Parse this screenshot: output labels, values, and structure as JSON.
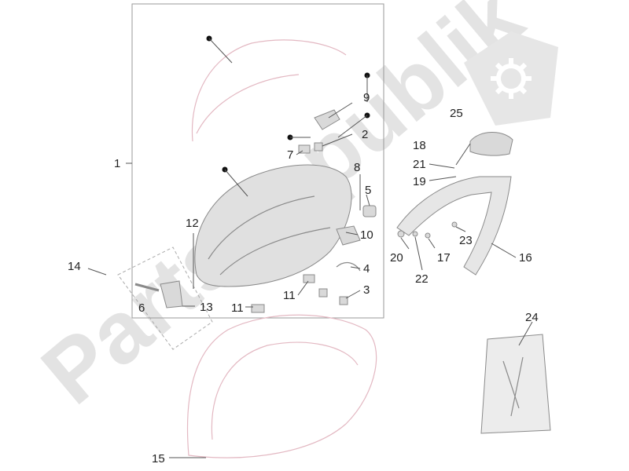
{
  "watermark": {
    "text": "PartsRepublik",
    "logo_icon": "gear-icon"
  },
  "callouts": [
    {
      "id": "1",
      "label": "1"
    },
    {
      "id": "2",
      "label": "2"
    },
    {
      "id": "3",
      "label": "3"
    },
    {
      "id": "4",
      "label": "4"
    },
    {
      "id": "5",
      "label": "5"
    },
    {
      "id": "6",
      "label": "6"
    },
    {
      "id": "7",
      "label": "7"
    },
    {
      "id": "8",
      "label": "8"
    },
    {
      "id": "9",
      "label": "9"
    },
    {
      "id": "10",
      "label": "10"
    },
    {
      "id": "11a",
      "label": "11"
    },
    {
      "id": "11b",
      "label": "11"
    },
    {
      "id": "12",
      "label": "12"
    },
    {
      "id": "13",
      "label": "13"
    },
    {
      "id": "14",
      "label": "14"
    },
    {
      "id": "15",
      "label": "15"
    },
    {
      "id": "16",
      "label": "16"
    },
    {
      "id": "17",
      "label": "17"
    },
    {
      "id": "18",
      "label": "18"
    },
    {
      "id": "19",
      "label": "19"
    },
    {
      "id": "20",
      "label": "20"
    },
    {
      "id": "21",
      "label": "21"
    },
    {
      "id": "22",
      "label": "22"
    },
    {
      "id": "23",
      "label": "23"
    },
    {
      "id": "24",
      "label": "24"
    },
    {
      "id": "25",
      "label": "25"
    }
  ]
}
